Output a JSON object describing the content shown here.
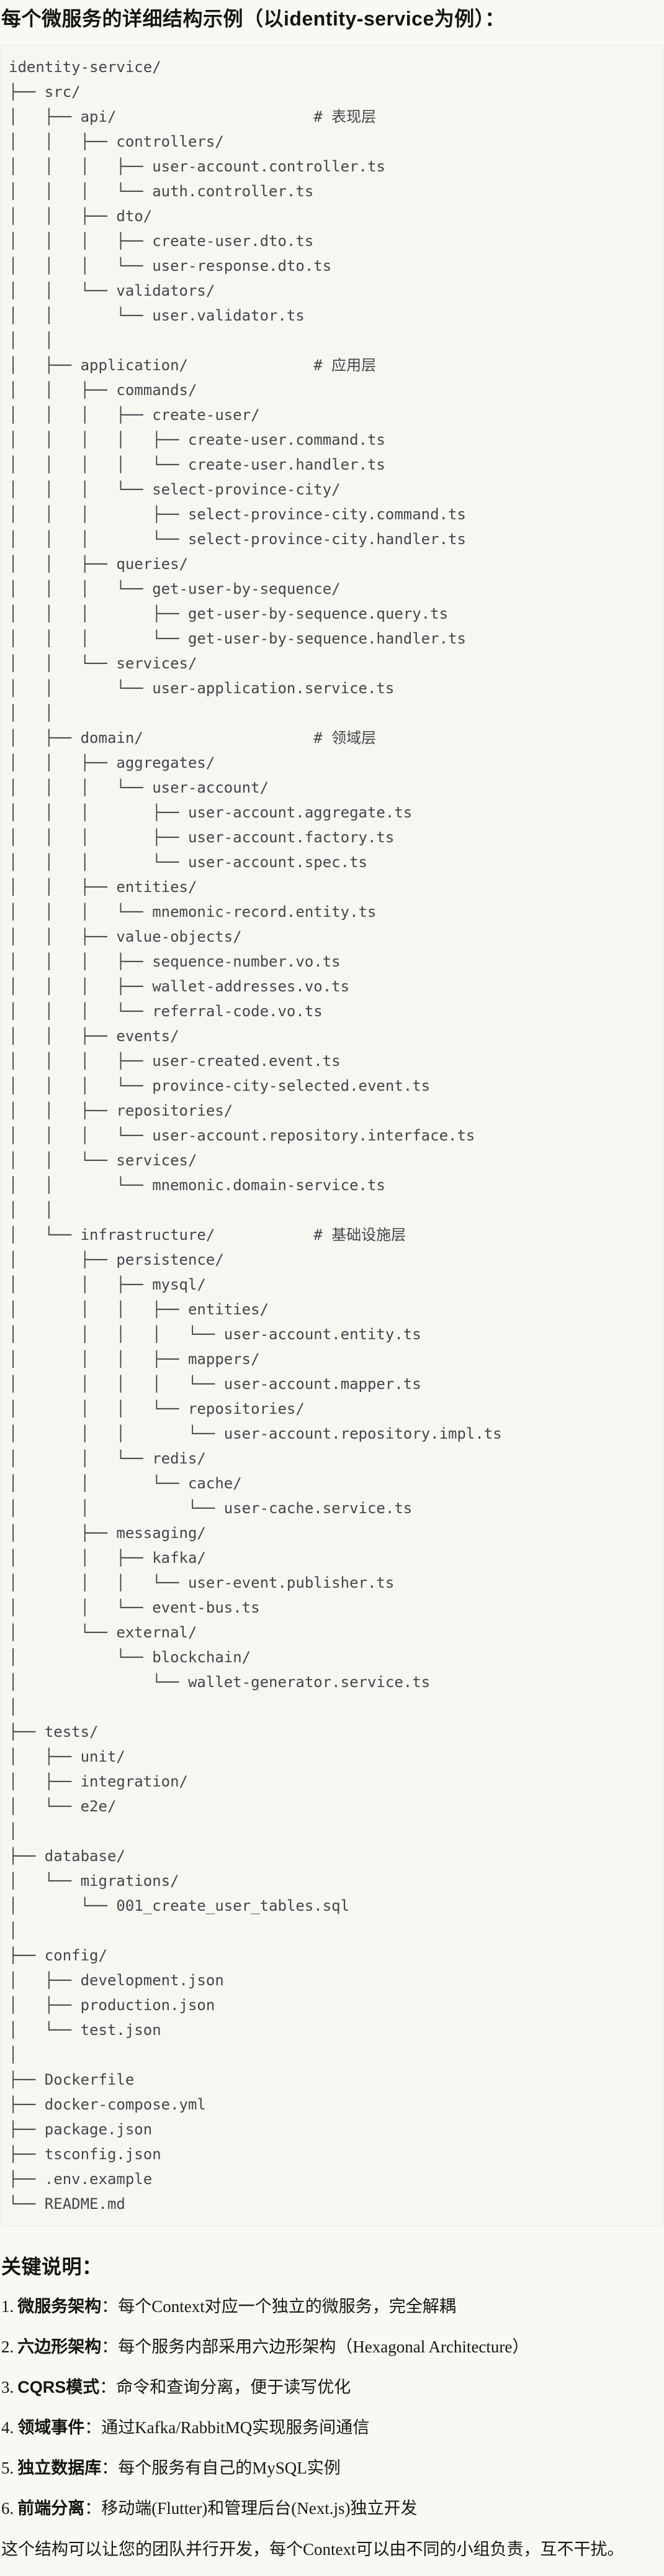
{
  "page": {
    "title": "每个微服务的详细结构示例（以identity-service为例）："
  },
  "tree": {
    "language": "plaintext",
    "root": "identity-service/",
    "layer_comments": [
      "# 表现层",
      "# 应用层",
      "# 领域层",
      "# 基础设施层"
    ],
    "lines": [
      "identity-service/",
      "├── src/",
      "│   ├── api/                      # 表现层",
      "│   │   ├── controllers/",
      "│   │   │   ├── user-account.controller.ts",
      "│   │   │   └── auth.controller.ts",
      "│   │   ├── dto/",
      "│   │   │   ├── create-user.dto.ts",
      "│   │   │   └── user-response.dto.ts",
      "│   │   └── validators/",
      "│   │       └── user.validator.ts",
      "│   │",
      "│   ├── application/              # 应用层",
      "│   │   ├── commands/",
      "│   │   │   ├── create-user/",
      "│   │   │   │   ├── create-user.command.ts",
      "│   │   │   │   └── create-user.handler.ts",
      "│   │   │   └── select-province-city/",
      "│   │   │       ├── select-province-city.command.ts",
      "│   │   │       └── select-province-city.handler.ts",
      "│   │   ├── queries/",
      "│   │   │   └── get-user-by-sequence/",
      "│   │   │       ├── get-user-by-sequence.query.ts",
      "│   │   │       └── get-user-by-sequence.handler.ts",
      "│   │   └── services/",
      "│   │       └── user-application.service.ts",
      "│   │",
      "│   ├── domain/                   # 领域层",
      "│   │   ├── aggregates/",
      "│   │   │   └── user-account/",
      "│   │   │       ├── user-account.aggregate.ts",
      "│   │   │       ├── user-account.factory.ts",
      "│   │   │       └── user-account.spec.ts",
      "│   │   ├── entities/",
      "│   │   │   └── mnemonic-record.entity.ts",
      "│   │   ├── value-objects/",
      "│   │   │   ├── sequence-number.vo.ts",
      "│   │   │   ├── wallet-addresses.vo.ts",
      "│   │   │   └── referral-code.vo.ts",
      "│   │   ├── events/",
      "│   │   │   ├── user-created.event.ts",
      "│   │   │   └── province-city-selected.event.ts",
      "│   │   ├── repositories/",
      "│   │   │   └── user-account.repository.interface.ts",
      "│   │   └── services/",
      "│   │       └── mnemonic.domain-service.ts",
      "│   │",
      "│   └── infrastructure/           # 基础设施层",
      "│       ├── persistence/",
      "│       │   ├── mysql/",
      "│       │   │   ├── entities/",
      "│       │   │   │   └── user-account.entity.ts",
      "│       │   │   ├── mappers/",
      "│       │   │   │   └── user-account.mapper.ts",
      "│       │   │   └── repositories/",
      "│       │   │       └── user-account.repository.impl.ts",
      "│       │   └── redis/",
      "│       │       └── cache/",
      "│       │           └── user-cache.service.ts",
      "│       ├── messaging/",
      "│       │   ├── kafka/",
      "│       │   │   └── user-event.publisher.ts",
      "│       │   └── event-bus.ts",
      "│       └── external/",
      "│           └── blockchain/",
      "│               └── wallet-generator.service.ts",
      "│",
      "├── tests/",
      "│   ├── unit/",
      "│   ├── integration/",
      "│   └── e2e/",
      "│",
      "├── database/",
      "│   └── migrations/",
      "│       └── 001_create_user_tables.sql",
      "│",
      "├── config/",
      "│   ├── development.json",
      "│   ├── production.json",
      "│   └── test.json",
      "│",
      "├── Dockerfile",
      "├── docker-compose.yml",
      "├── package.json",
      "├── tsconfig.json",
      "├── .env.example",
      "└── README.md"
    ]
  },
  "notes": {
    "heading": "关键说明：",
    "items": [
      {
        "num": "1.",
        "term": "微服务架构",
        "text": "：每个Context对应一个独立的微服务，完全解耦"
      },
      {
        "num": "2.",
        "term": "六边形架构",
        "text": "：每个服务内部采用六边形架构（Hexagonal Architecture）"
      },
      {
        "num": "3.",
        "term": "CQRS模式",
        "text": "：命令和查询分离，便于读写优化"
      },
      {
        "num": "4.",
        "term": "领域事件",
        "text": "：通过Kafka/RabbitMQ实现服务间通信"
      },
      {
        "num": "5.",
        "term": "独立数据库",
        "text": "：每个服务有自己的MySQL实例"
      },
      {
        "num": "6.",
        "term": "前端分离",
        "text": "：移动端(Flutter)和管理后台(Next.js)独立开发"
      }
    ],
    "footer": "这个结构可以让您的团队并行开发，每个Context可以由不同的小组负责，互不干扰。"
  },
  "colors": {
    "page_background": "#f9f8f4",
    "code_background": "#f7f6f1",
    "code_border": "#e7e5dd",
    "code_text": "#42474c",
    "heading_text": "#15140e",
    "body_text": "#191812"
  }
}
